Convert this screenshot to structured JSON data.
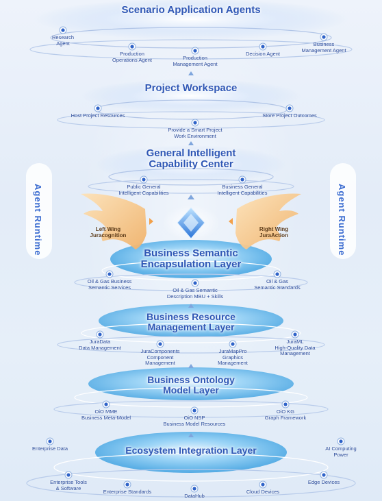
{
  "side": {
    "left": "Agent Runtime",
    "right": "Agent Runtime"
  },
  "layers": [
    {
      "title": "Scenario Application Agents",
      "nodes": [
        "Research\nAgent",
        "Production\nOperations Agent",
        "Production\nManagement Agent",
        "Decision Agent",
        "Business\nManagement Agent"
      ]
    },
    {
      "title": "Project Workspace",
      "nodes": [
        "Host Project Resources",
        "Provide a Smart Project\nWork Environment",
        "Store Project Outcomes"
      ]
    },
    {
      "title": "General Intelligent\nCapability Center",
      "nodes": [
        "Public General\nIntelligent Capabilities",
        "Business General\nIntelligent Capabilities"
      ]
    },
    {
      "title": "Business Semantic\nEncapsulation Layer",
      "nodes": [
        "Oil & Gas Business\nSemantic Services",
        "Oil & Gas Semantic\nDescription MBU + Skills",
        "Oil & Gas\nSemantic Standards"
      ]
    },
    {
      "title": "Business Resource\nManagement Layer",
      "nodes": [
        "JuraData\nData Management",
        "JuraComponents\nComponent\nManagement",
        "JuraMapPro\nGraphics\nManagement",
        "JuraML\nHigh-Quality Data\nManagement"
      ]
    },
    {
      "title": "Business Ontology\nModel Layer",
      "nodes": [
        "OiO MME\nBusiness Meta-Model",
        "OiO NSP\nBusiness Model Resources",
        "OiO KG\nGraph Framework"
      ]
    },
    {
      "title": "Ecosystem Integration Layer",
      "nodes": [
        "Enterprise Data",
        "AI Computing\nPower",
        "Enterprise Tools\n& Software",
        "Enterprise Standards",
        "DataHub",
        "Cloud Devices",
        "Edge Devices"
      ]
    }
  ],
  "wings": {
    "left": "Left Wing\nJuracognition",
    "right": "Right Wing\nJuraAction"
  }
}
